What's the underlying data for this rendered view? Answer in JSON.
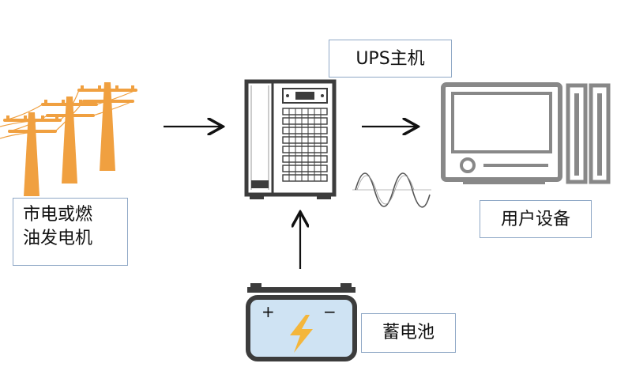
{
  "nodes": {
    "ups": {
      "label": "UPS主机"
    },
    "source": {
      "label_line1": "市电或燃",
      "label_line2": "油发电机"
    },
    "user_equipment": {
      "label": "用户设备"
    },
    "battery": {
      "label": "蓄电池",
      "plus": "+",
      "minus": "−"
    }
  },
  "colors": {
    "pole": "#f0a040",
    "frame_dark": "#3c3c3c",
    "monitor_gray": "#888888",
    "battery_fill": "#cfe3f3",
    "bolt": "#f4b63b",
    "label_border": "#8fa8c6"
  },
  "icons": [
    "power-pole-icon",
    "ups-cabinet-icon",
    "sine-wave-icon",
    "computer-icon",
    "battery-icon",
    "lightning-icon"
  ]
}
